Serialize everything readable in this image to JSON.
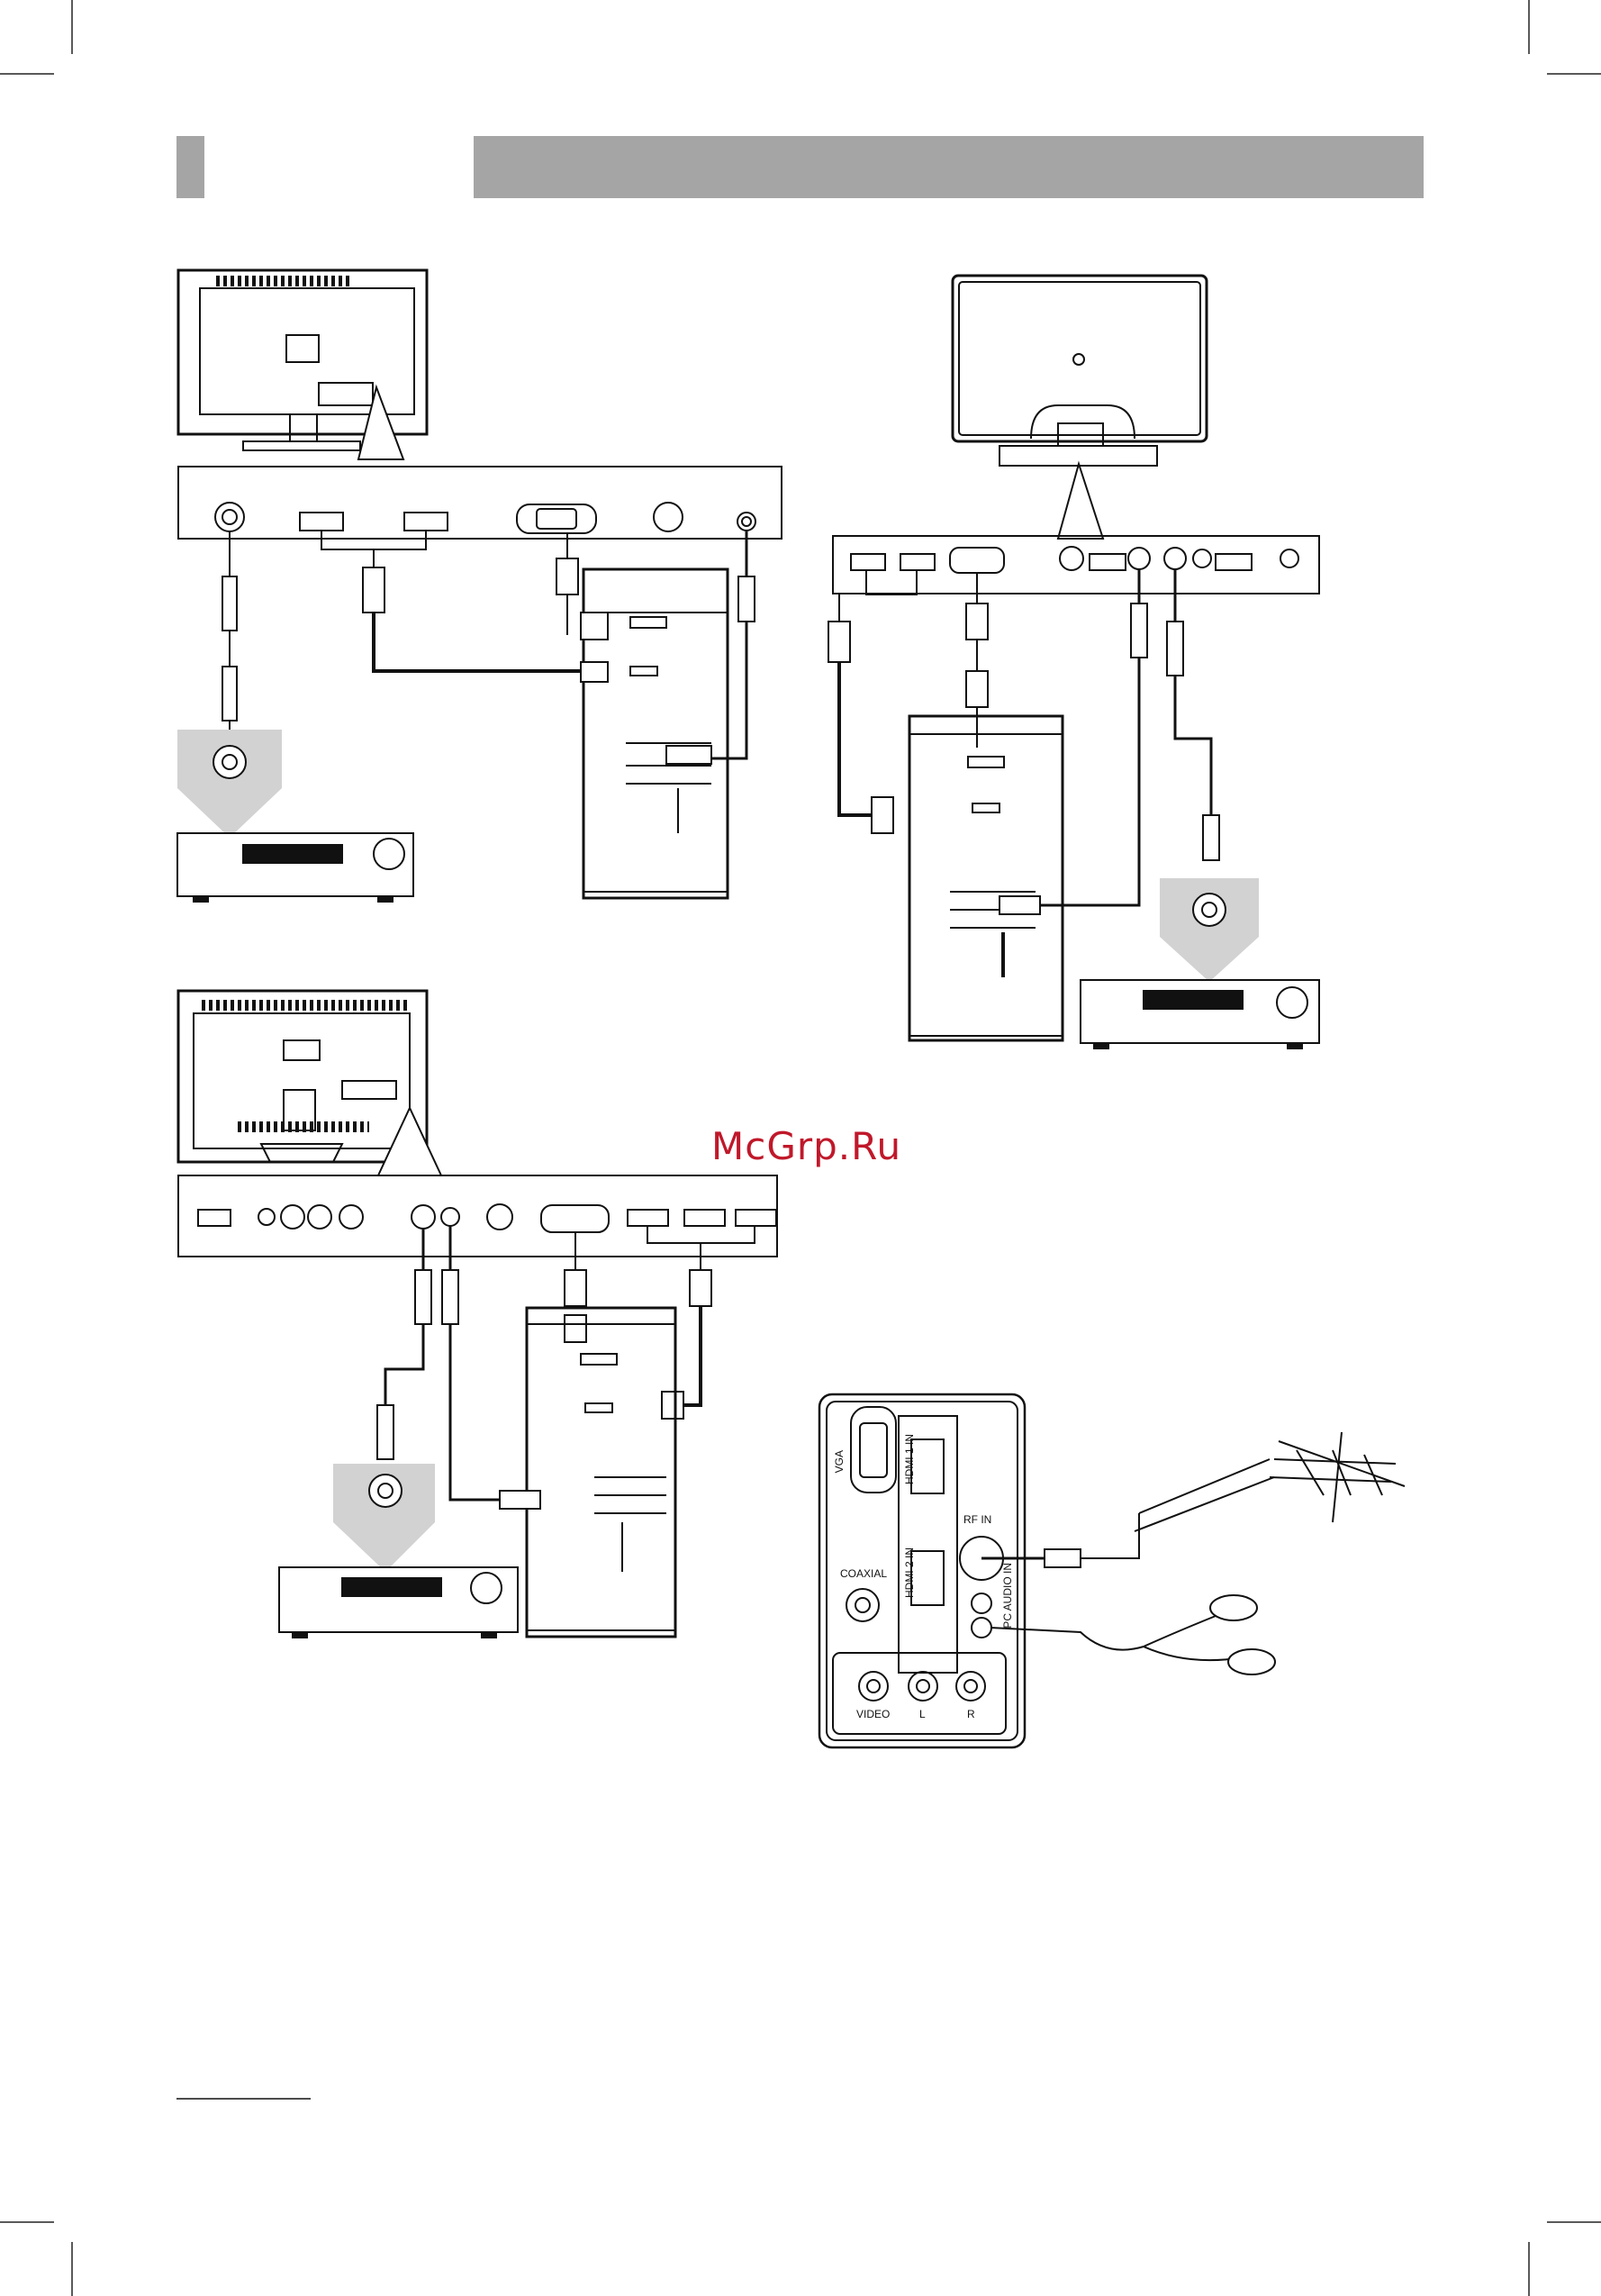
{
  "watermark": "McGrp.Ru",
  "panel_labels": {
    "vga": "VGA",
    "hdmi1": "HDMI 1 IN",
    "hdmi2": "HDMI 2 IN",
    "rf_in": "RF IN",
    "pc_audio_in": "PC AUDIO IN",
    "coaxial": "COAXIAL",
    "video": "VIDEO",
    "left": "L",
    "right": "R"
  },
  "colors": {
    "header_bar": "#a5a5a5",
    "line": "#111111",
    "watermark": "#c0182a"
  }
}
